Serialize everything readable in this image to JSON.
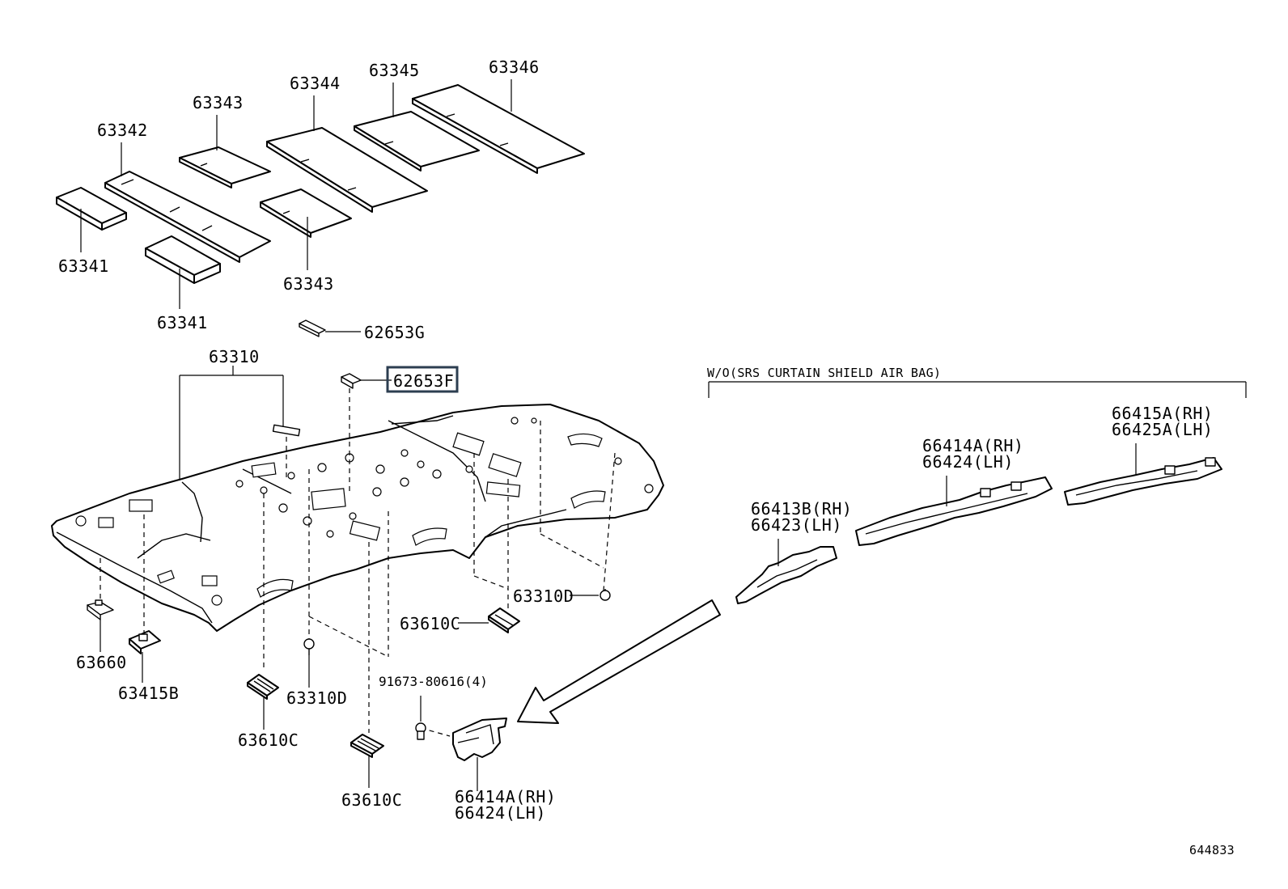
{
  "diagram": {
    "labels": {
      "p63341_a": "63341",
      "p63341_b": "63341",
      "p63342": "63342",
      "p63343_a": "63343",
      "p63343_b": "63343",
      "p63344": "63344",
      "p63345": "63345",
      "p63346": "63346",
      "p62653G": "62653G",
      "p62653F": "62653F",
      "p63310": "63310",
      "p63310D_a": "63310D",
      "p63310D_b": "63310D",
      "p63610C_a": "63610C",
      "p63610C_b": "63610C",
      "p63610C_c": "63610C",
      "p63660": "63660",
      "p63415B": "63415B",
      "p91673": "91673-80616(4)",
      "p66414A_bottom": "66414A(RH)",
      "p66424_bottom": "66424(LH)",
      "p66413B": "66413B(RH)",
      "p66423": "66423(LH)",
      "p66414A_top": "66414A(RH)",
      "p66424_top": "66424(LH)",
      "p66415A": "66415A(RH)",
      "p66425A": "66425A(LH)"
    },
    "group_note": "W/O(SRS CURTAIN SHIELD AIR BAG)",
    "highlighted_part": "62653F",
    "diagram_id": "644833",
    "highlight_color": "#2c3e50"
  }
}
